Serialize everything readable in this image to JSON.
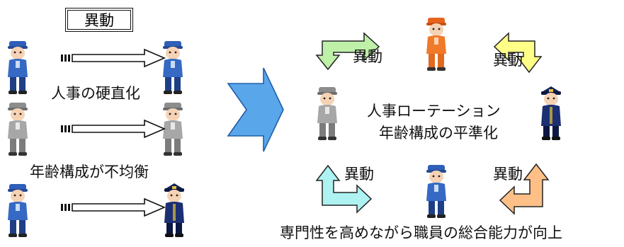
{
  "left": {
    "boxed_label": "異動",
    "caption_1": "人事の硬直化",
    "caption_2": "年齢構成が不均衡"
  },
  "right": {
    "center_line_1": "人事ローテーション",
    "center_line_2": "年齢構成の平準化",
    "label_top_left": "異動",
    "label_top_right": "異動",
    "label_bottom_left": "異動",
    "label_bottom_right": "異動",
    "footer": "専門性を高めながら職員の総合能力が向上"
  },
  "colors": {
    "big_arrow": "#5aa6ea",
    "arrow_green": "#bff0a8",
    "arrow_yellow": "#ffff88",
    "arrow_cyan": "#aef2f2",
    "arrow_orange": "#ffc088",
    "worker_blue": "#2f5fb8",
    "worker_gray": "#9a9a9a",
    "worker_orange": "#f07a2a",
    "worker_navy": "#14235a"
  },
  "icons": [
    "worker-blue-icon",
    "worker-gray-icon",
    "worker-orange-icon",
    "police-officer-icon",
    "right-arrow-icon",
    "big-right-arrow-icon",
    "cycle-arrow-icon"
  ]
}
